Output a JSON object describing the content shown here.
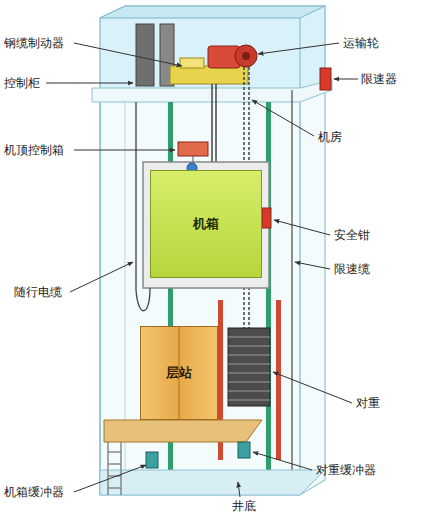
{
  "diagram": {
    "nodes": [
      {
        "text": [
          "机箱"
        ]
      },
      {
        "text": [
          "层站"
        ]
      }
    ],
    "labels": [
      "钢缆制动器",
      "运输轮",
      "控制柜",
      "限速器",
      "机房",
      "机顶控制箱",
      "安全钳",
      "随行电缆",
      "限速缆",
      "对重",
      "对重缓冲器",
      "机箱缓冲器",
      "井底"
    ]
  }
}
